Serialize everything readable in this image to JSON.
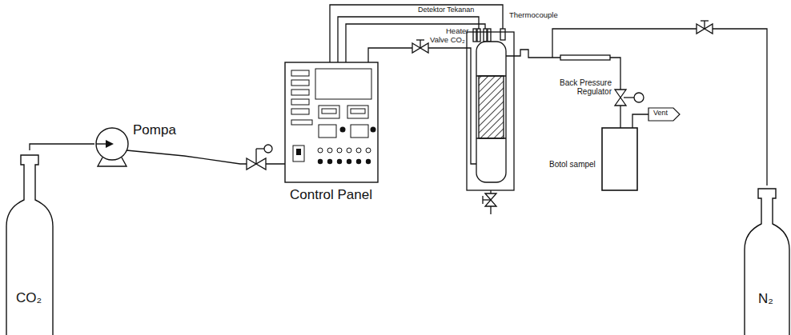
{
  "diagram": {
    "nodes": [
      {
        "text": [
          "CO₂"
        ]
      },
      {
        "text": [
          "Pompa"
        ]
      },
      {
        "text": [
          "Control Panel"
        ]
      },
      {
        "text": [
          "Botol sampel"
        ]
      },
      {
        "text": [
          "Vent"
        ]
      },
      {
        "text": [
          "N₂"
        ]
      }
    ],
    "edges": [
      {
        "from": 0,
        "to": 1,
        "arrow": "none"
      },
      {
        "from": 1,
        "to": 2,
        "arrow": "none"
      },
      {
        "from": 3,
        "to": 4,
        "arrow": "none"
      }
    ],
    "labels": [
      "Detektor Tekanan",
      "Heater",
      "Thermocouple",
      "Valve CO₂",
      "Back Pressure Regulator"
    ]
  }
}
